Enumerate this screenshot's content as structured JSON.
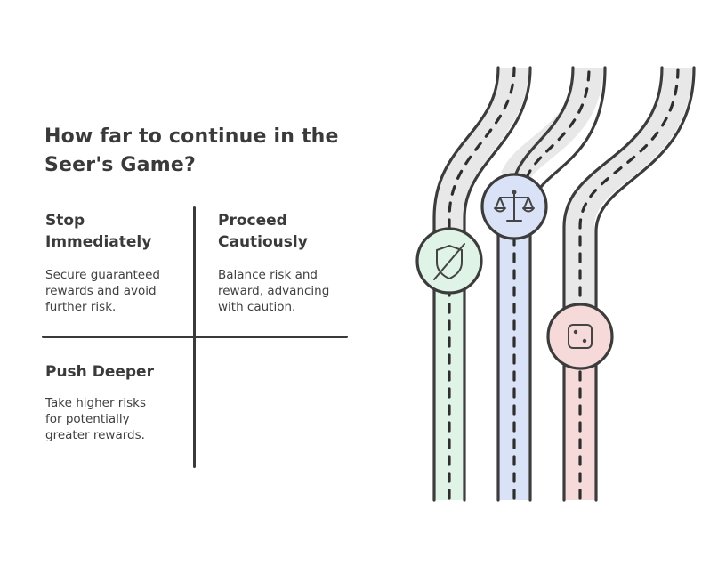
{
  "title": "How far to continue in the Seer's Game?",
  "quadrants": {
    "stop": {
      "heading": "Stop\nImmediately",
      "text": "Secure guaranteed\nrewards and avoid\nfurther risk."
    },
    "proceed": {
      "heading": "Proceed\nCautiously",
      "text": "Balance risk and\nreward, advancing\nwith caution."
    },
    "push": {
      "heading": "Push Deeper",
      "text": "Take higher risks\nfor potentially\ngreater rewards."
    }
  },
  "paths": [
    {
      "id": "stop",
      "icon": "shield-slash-icon",
      "color": "#dff3e6"
    },
    {
      "id": "proceed",
      "icon": "scales-icon",
      "color": "#d9e2f6"
    },
    {
      "id": "push",
      "icon": "dice-icon",
      "color": "#f6d9d9"
    }
  ]
}
